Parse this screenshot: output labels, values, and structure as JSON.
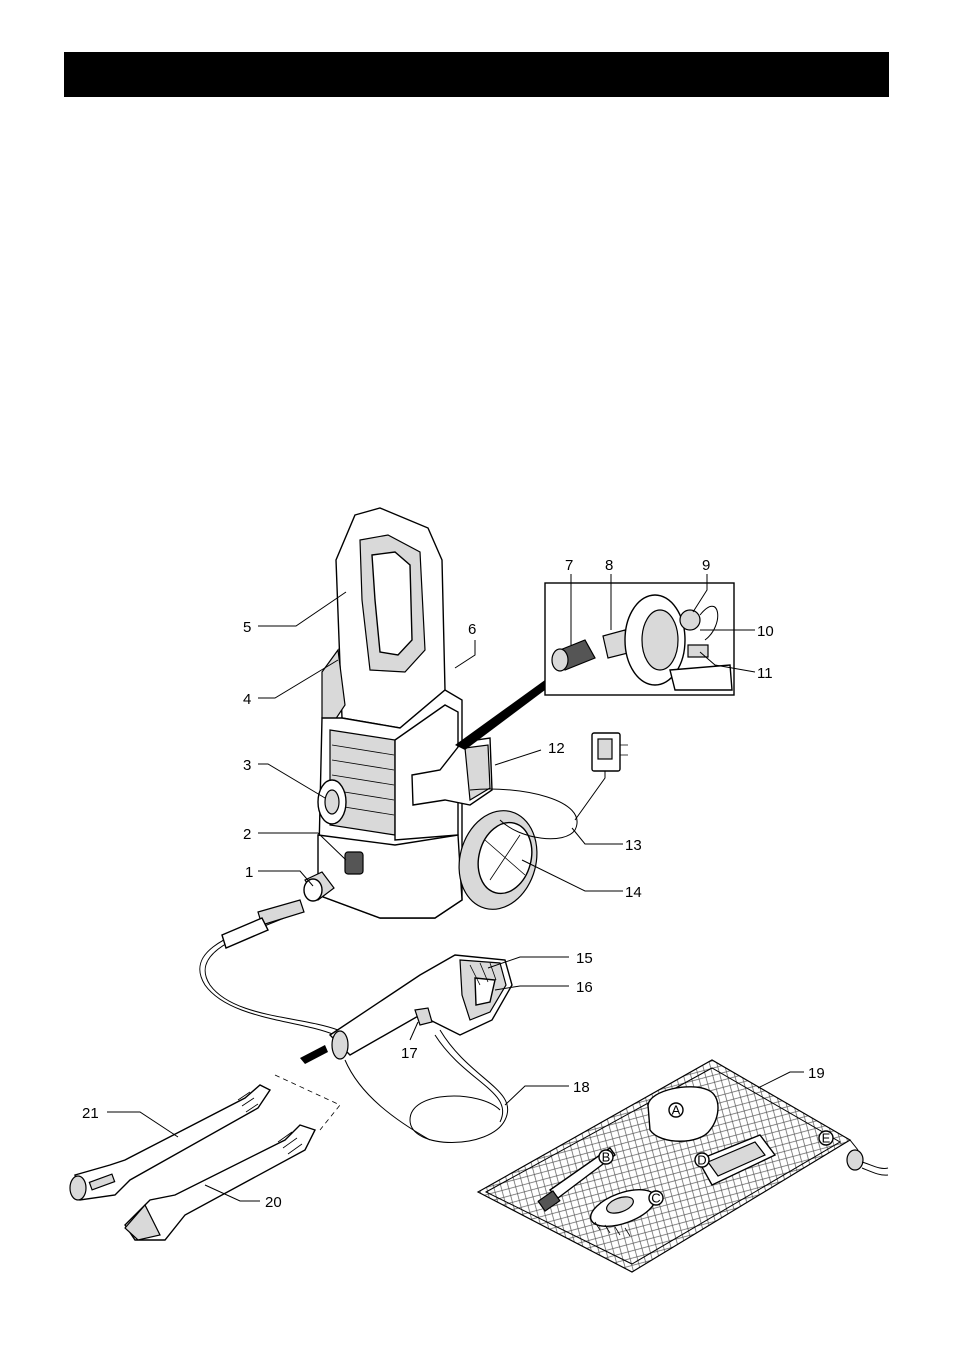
{
  "header_bar": {
    "color": "#000000"
  },
  "part_labels": [
    "1",
    "2",
    "3",
    "4",
    "5",
    "6",
    "7",
    "8",
    "9",
    "10",
    "11",
    "12",
    "13",
    "14",
    "15",
    "16",
    "17",
    "18",
    "19",
    "20",
    "21"
  ],
  "accessory_labels": [
    "A",
    "B",
    "C",
    "D",
    "E"
  ],
  "icons": [
    "pressure-washer-unit",
    "power-plug",
    "hose-reel",
    "spray-gun",
    "high-pressure-hose",
    "spray-lance",
    "dirt-blaster-lance",
    "wash-mat",
    "sponge",
    "brush",
    "detergent-tray"
  ]
}
